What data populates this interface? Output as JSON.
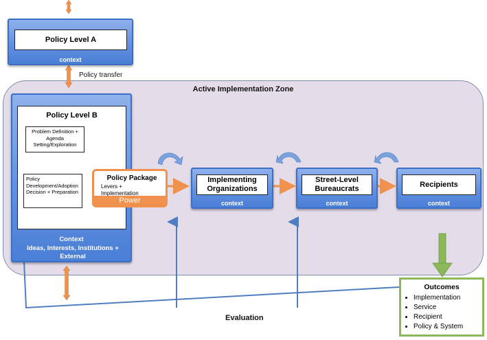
{
  "policy_level_a": {
    "title": "Policy Level A",
    "context": "context"
  },
  "policy_transfer": "Policy transfer",
  "zone_title": "Active Implementation Zone",
  "policy_level_b": {
    "title": "Policy Level B",
    "step1": "Problem Definition + Agenda Setting/Exploration",
    "step2": "Policy Development/Adoption Decision + Preparation",
    "context_title": "Context",
    "context_text": "Ideas, Interests, Institutions + External"
  },
  "policy_package": {
    "title": "Policy Package",
    "subtitle": "Levers + Implementation",
    "power": "Power"
  },
  "implementing_organizations": {
    "title": "Implementing Organizations",
    "context": "context"
  },
  "street_level_bureaucrats": {
    "title": "Street-Level Bureaucrats",
    "context": "context"
  },
  "recipients": {
    "title": "Recipients",
    "context": "context"
  },
  "evaluation": "Evaluation",
  "outcomes": {
    "title": "Outcomes",
    "items": [
      "Implementation",
      "Service",
      "Recipient",
      "Policy & System"
    ]
  },
  "colors": {
    "orange": "#f0924e",
    "blue": "#4a7fd6",
    "green": "#8db85a",
    "line": "#4f7dbf"
  }
}
